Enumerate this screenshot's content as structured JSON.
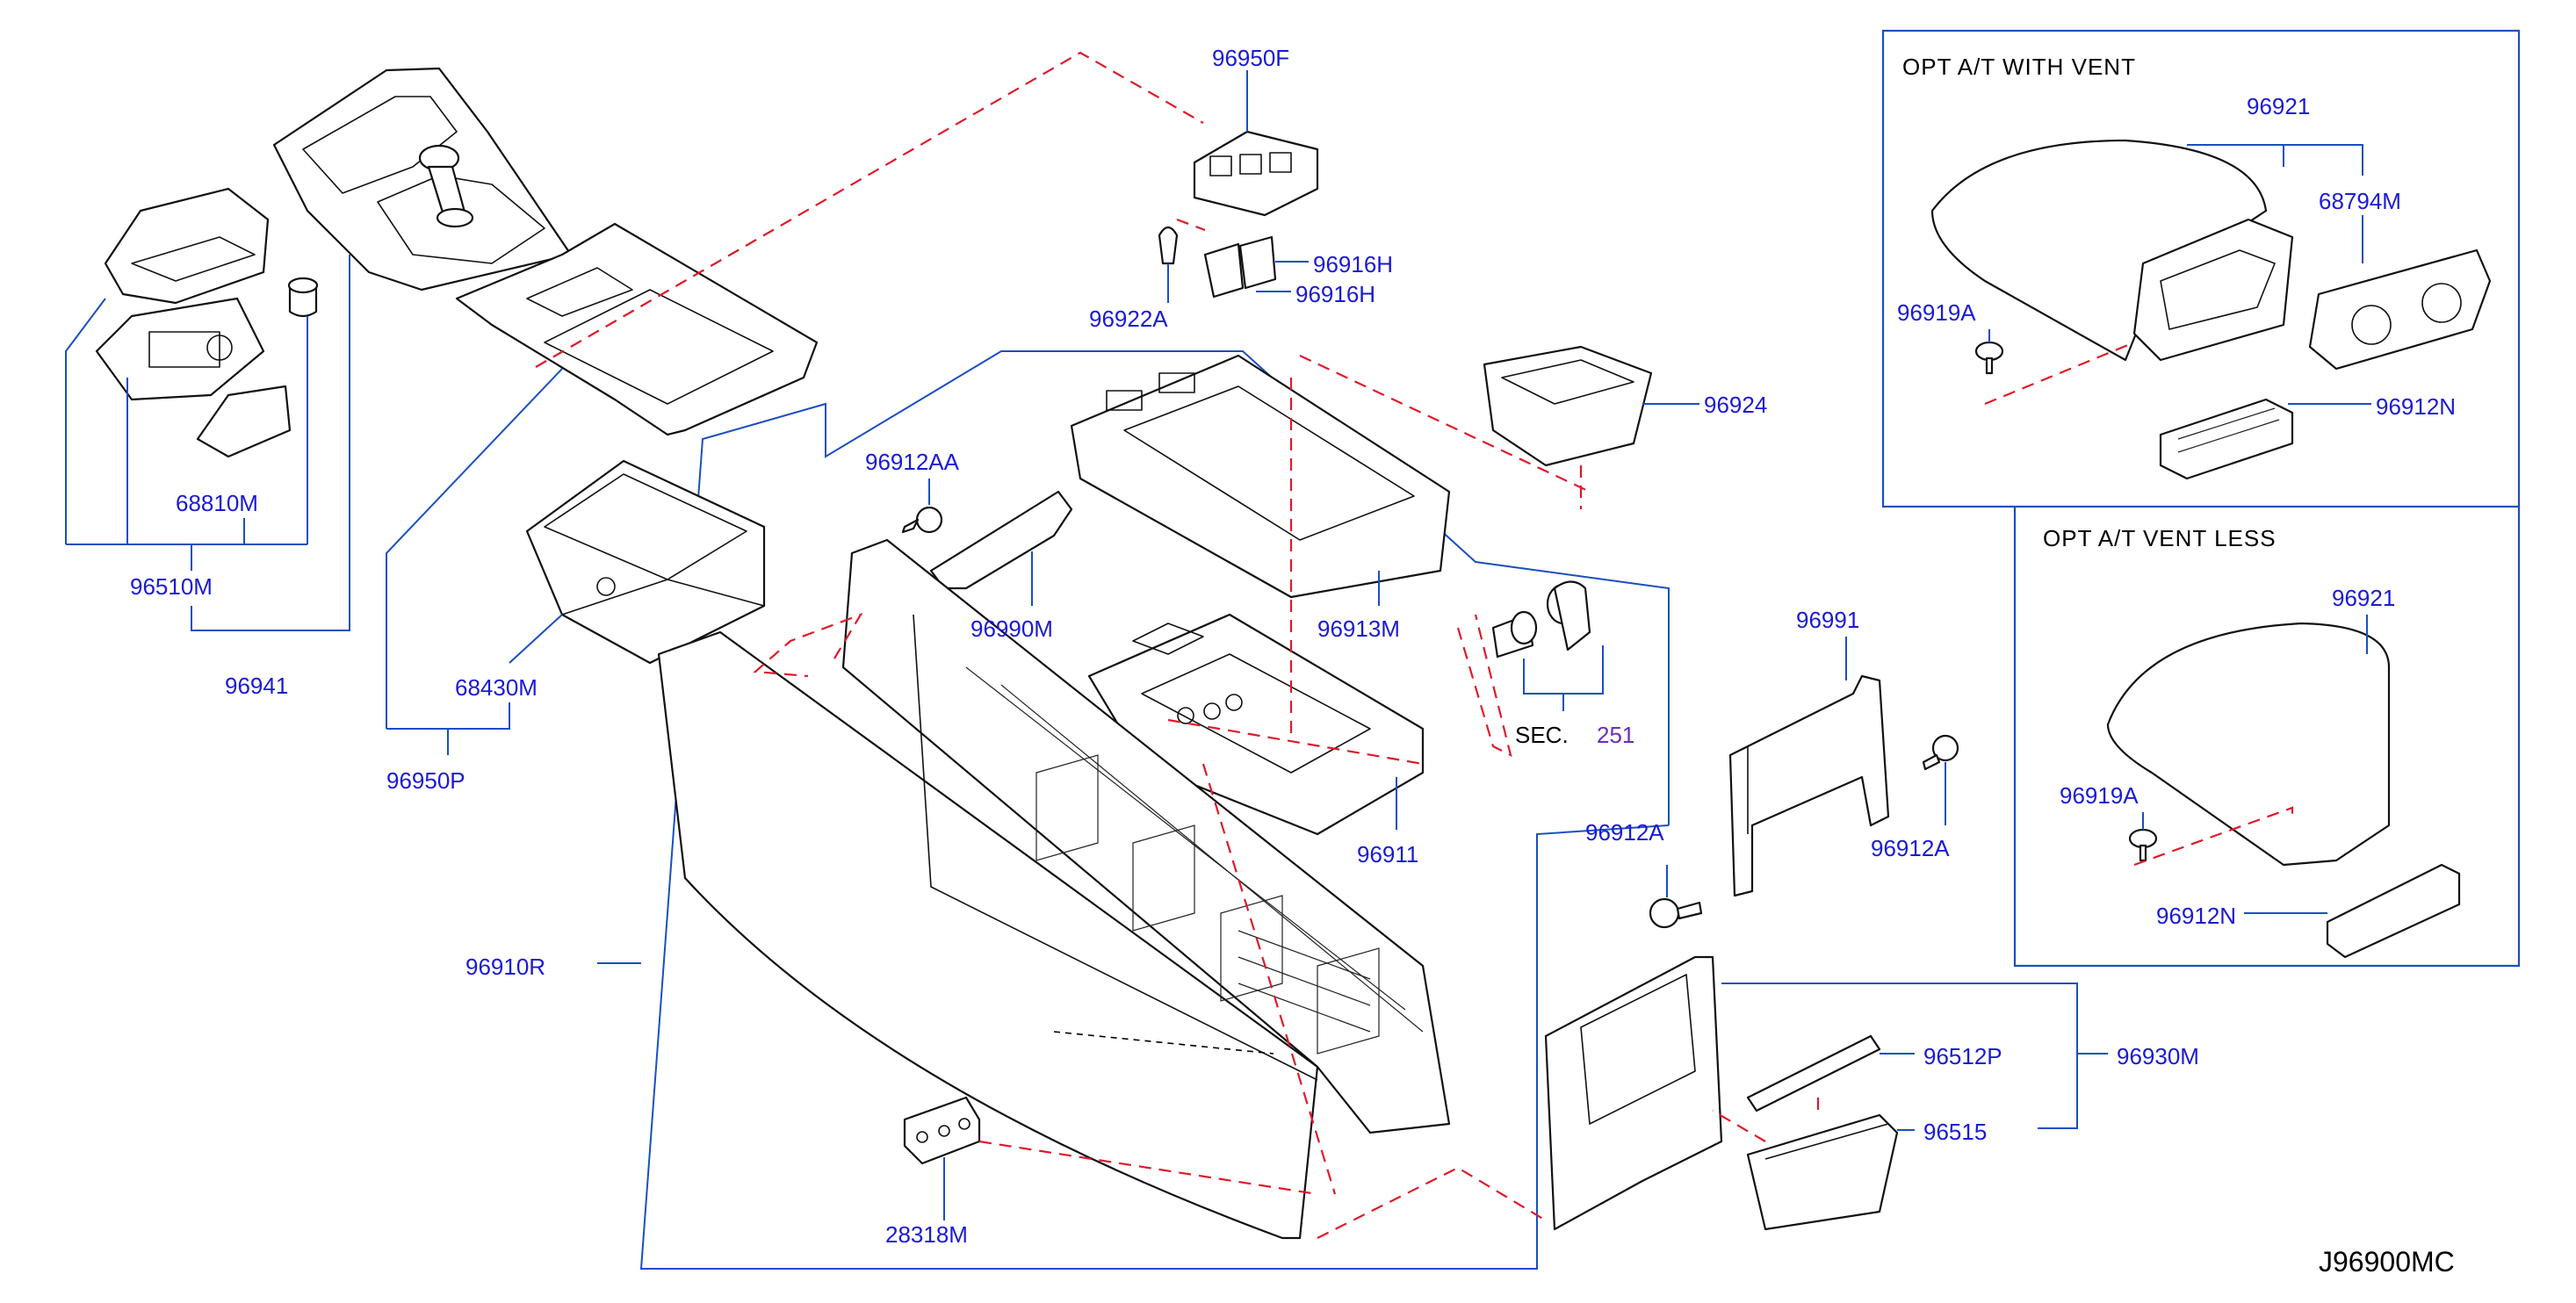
{
  "diagram_code": "J96900MC",
  "panels": {
    "with_vent": {
      "title": "OPT   A/T   WITH   VENT"
    },
    "vent_less": {
      "title": "OPT   A/T   VENT   LESS"
    }
  },
  "section_ref": {
    "prefix": "SEC.",
    "number": "251"
  },
  "part_numbers": {
    "p96950F": "96950F",
    "p96916H_a": "96916H",
    "p96916H_b": "96916H",
    "p96922A": "96922A",
    "p96924": "96924",
    "p96921_a": "96921",
    "p68794M": "68794M",
    "p96919A_a": "96919A",
    "p96912N_a": "96912N",
    "p96921_b": "96921",
    "p96919A_b": "96919A",
    "p96912N_b": "96912N",
    "p68810M": "68810M",
    "p96510M": "96510M",
    "p96941": "96941",
    "p68430M": "68430M",
    "p96950P": "96950P",
    "p96912AA": "96912AA",
    "p96990M": "96990M",
    "p96913M": "96913M",
    "p96911": "96911",
    "p96991": "96991",
    "p96912A_a": "96912A",
    "p96912A_b": "96912A",
    "p96910R": "96910R",
    "p96512P": "96512P",
    "p96930M": "96930M",
    "p96515": "96515",
    "p28318M": "28318M"
  }
}
